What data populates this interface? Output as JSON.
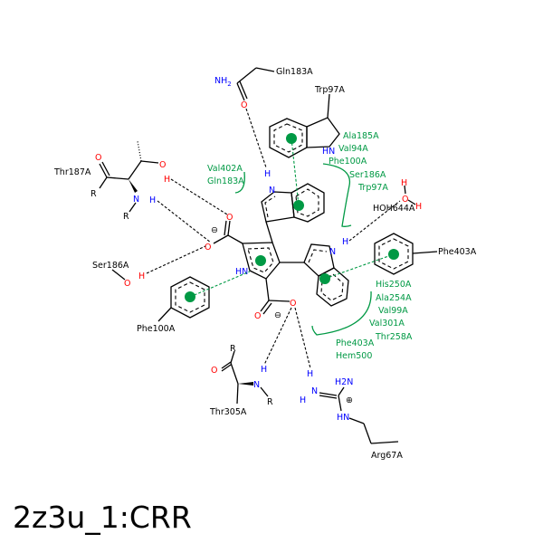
{
  "title": "2z3u_1:CRR",
  "colors": {
    "hydrophobic": "#009944",
    "nitrogen": "#0000ff",
    "oxygen": "#ff0000",
    "bond": "#000000"
  },
  "residues": {
    "gln183": "Gln183A",
    "trp97": "Trp97A",
    "thr187": "Thr187A",
    "ser186": "Ser186A",
    "phe100": "Phe100A",
    "phe403": "Phe403A",
    "hoh644": "HOH644A",
    "thr305": "Thr305A",
    "arg67": "Arg67A"
  },
  "atoms": {
    "nh2": "NH",
    "nh2_sub": "2",
    "o": "O",
    "h": "H",
    "n": "N",
    "hn": "HN",
    "r": "R",
    "minus": "⊖",
    "plus": "⊕",
    "h2n": "H2N"
  },
  "hydrophobic_groups": {
    "left": [
      "Val402A",
      "Gln183A"
    ],
    "top": [
      "Ala185A",
      "Val94A",
      "Phe100A",
      "Ser186A",
      "Trp97A"
    ],
    "bottom": [
      "His250A",
      "Ala254A",
      "Val99A",
      "Val301A",
      "Thr258A",
      "Phe403A",
      "Hem500"
    ]
  }
}
